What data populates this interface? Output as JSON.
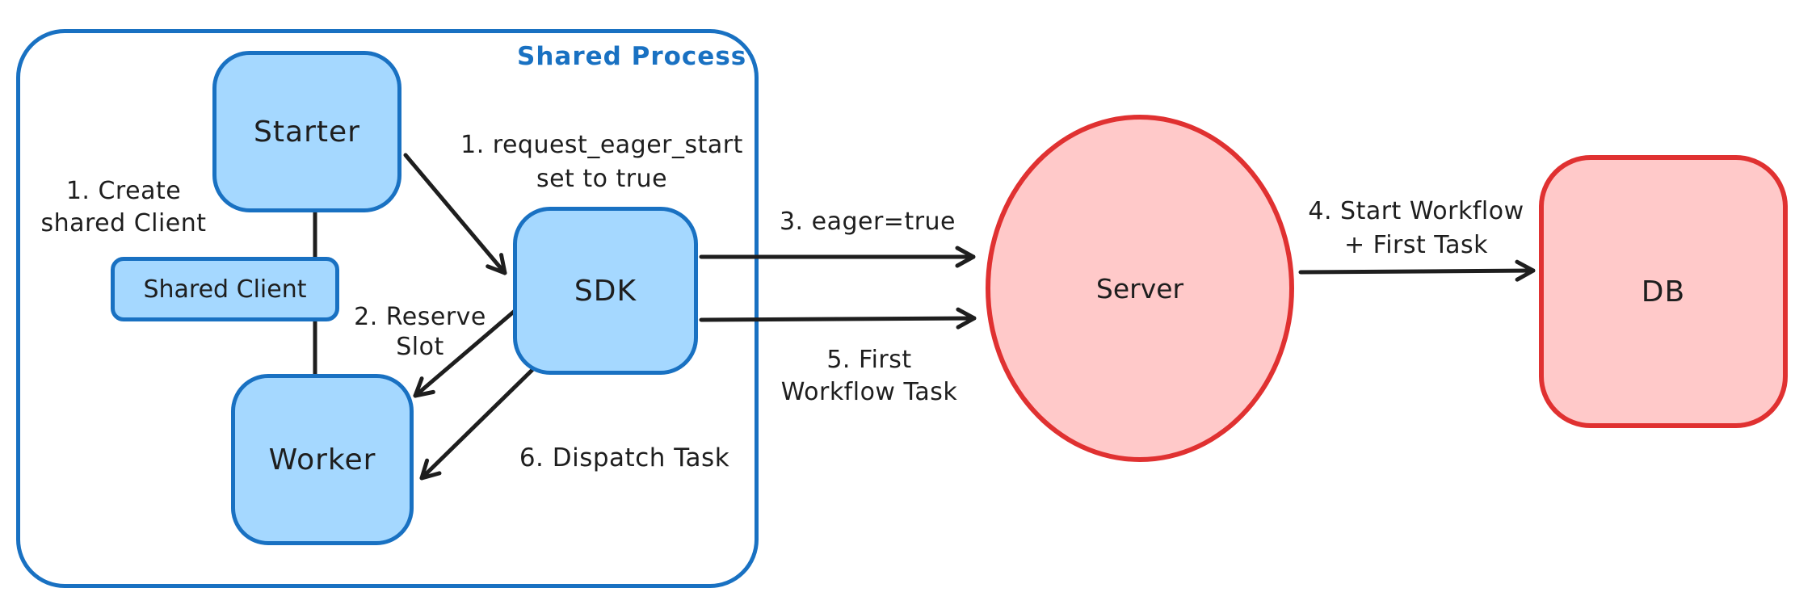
{
  "colors": {
    "blue_stroke": "#1971c2",
    "blue_fill": "#a5d8ff",
    "red_stroke": "#e03131",
    "red_fill": "#ffc9c9",
    "ink": "#1e1e1e",
    "background": "#ffffff"
  },
  "container": {
    "label": "Shared Process"
  },
  "nodes": {
    "starter": {
      "label": "Starter"
    },
    "shared_client": {
      "label": "Shared Client"
    },
    "worker": {
      "label": "Worker"
    },
    "sdk": {
      "label": "SDK"
    },
    "server": {
      "label": "Server"
    },
    "db": {
      "label": "DB"
    }
  },
  "annotations": {
    "create_client": {
      "line1": "1. Create",
      "line2": "shared Client"
    },
    "request_eager": {
      "line1": "1. request_eager_start",
      "line2": "set to true"
    },
    "reserve_slot": {
      "line1": "2. Reserve",
      "line2": "Slot"
    },
    "dispatch_task": {
      "text": "6. Dispatch Task"
    },
    "eager_true": {
      "text": "3. eager=true"
    },
    "first_workflow_task": {
      "line1": "5. First",
      "line2": "Workflow Task"
    },
    "start_workflow": {
      "line1": "4. Start Workflow",
      "line2": "+ First Task"
    }
  }
}
